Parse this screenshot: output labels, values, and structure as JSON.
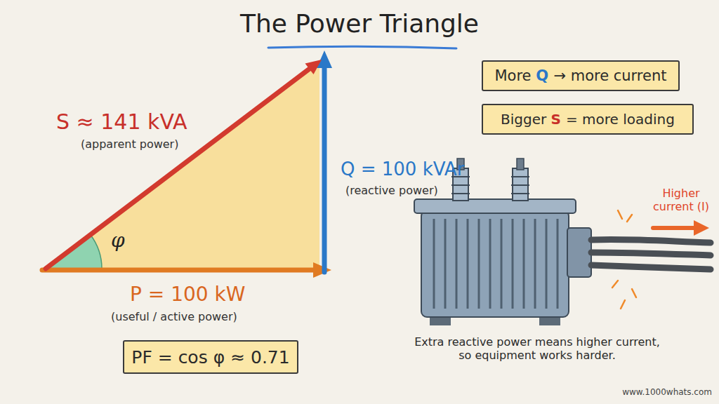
{
  "diagram": {
    "title": "The Power Triangle",
    "nodes": [
      {
        "text": [
          "More Q → more current"
        ]
      },
      {
        "text": [
          "Bigger S = more loading"
        ]
      },
      {
        "text": [
          "PF = cos φ ≈ 0.71"
        ]
      }
    ],
    "labels": [
      "S ≈ 141 kVA",
      "(apparent power)",
      "Q = 100 kVAr",
      "(reactive power)",
      "P = 100 kW",
      "(useful / active power)",
      "φ",
      "Higher current (I)",
      "Extra reactive power means higher current, so equipment works harder.",
      "www.1000whats.com"
    ]
  }
}
